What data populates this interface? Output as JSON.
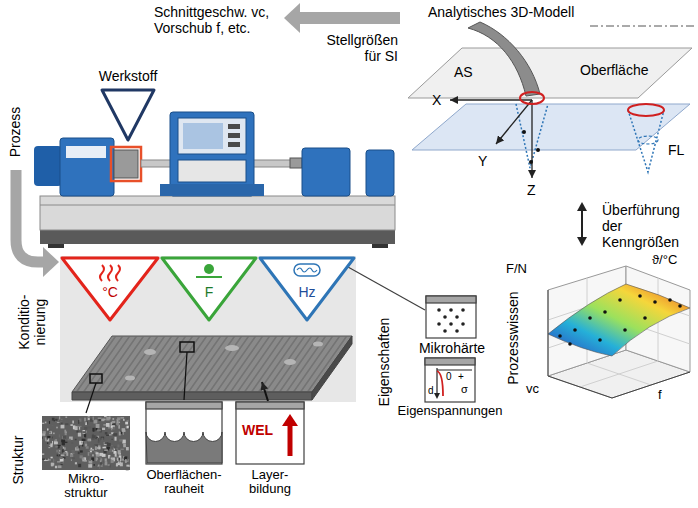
{
  "diagram": {
    "nodes": [
      {
        "text": [
          "Analytisches 3D-Modell"
        ]
      },
      {
        "text": [
          "Schnittgeschw. vc, Vorschub f, etc."
        ]
      },
      {
        "text": [
          "Werkstoff"
        ]
      },
      {
        "text": [
          "°C"
        ]
      },
      {
        "text": [
          "F"
        ]
      },
      {
        "text": [
          "Hz"
        ]
      },
      {
        "text": [
          "Mikrohärte"
        ]
      },
      {
        "text": [
          "Eigenspannungen"
        ]
      },
      {
        "text": [
          "Prozesswissen"
        ]
      },
      {
        "text": [
          "Mikro- struktur"
        ]
      },
      {
        "text": [
          "Oberflächen- rauheit"
        ]
      },
      {
        "text": [
          "Layer- bildung",
          "WEL"
        ]
      }
    ],
    "edges": [
      {
        "from": 0,
        "to": 1,
        "arrow": "to",
        "label": "Stellgrößen für SI"
      },
      {
        "from": 0,
        "to": 8,
        "arrow": "both",
        "label": "Überführung der Kenngrößen"
      },
      {
        "from": 5,
        "to": 6,
        "arrow": "none"
      }
    ],
    "labels": [
      "Prozess",
      "Konditio- nierung",
      "AS",
      "Oberfläche",
      "X",
      "Y",
      "Z",
      "FL",
      "F/N",
      "ϑ/°C",
      "vc",
      "f",
      "Eigenschaften",
      "d",
      "0",
      "+",
      "σ",
      "Struktur"
    ]
  }
}
